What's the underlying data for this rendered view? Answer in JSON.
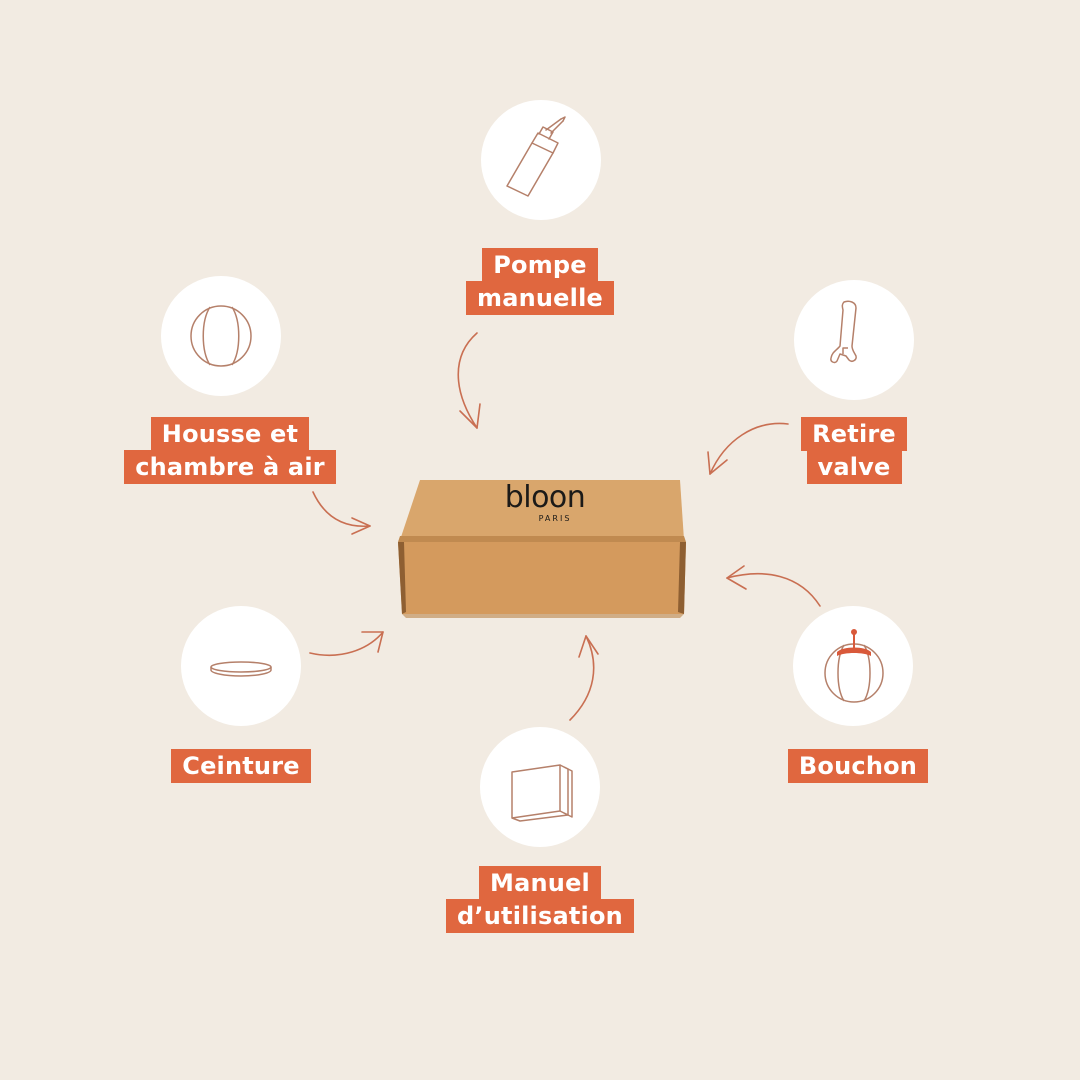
{
  "items": {
    "pompe": {
      "line1": "Pompe",
      "line2": "manuelle"
    },
    "housse": {
      "line1": "Housse et",
      "line2": "chambre à air"
    },
    "retire": {
      "line1": "Retire",
      "line2": "valve"
    },
    "ceinture": {
      "line1": "Ceinture"
    },
    "bouchon": {
      "line1": "Bouchon"
    },
    "manuel": {
      "line1": "Manuel",
      "line2": "d’utilisation"
    }
  },
  "box": {
    "logo": "bloon",
    "sub": "PARIS"
  },
  "colors": {
    "background": "#f2ebe2",
    "accent": "#e0673f",
    "circle": "#ffffff",
    "box": "#d9a468",
    "line": "#c2694a"
  },
  "icons": [
    "pump-icon",
    "ball-cover-icon",
    "valve-remover-icon",
    "belt-icon",
    "plug-icon",
    "manual-icon"
  ]
}
